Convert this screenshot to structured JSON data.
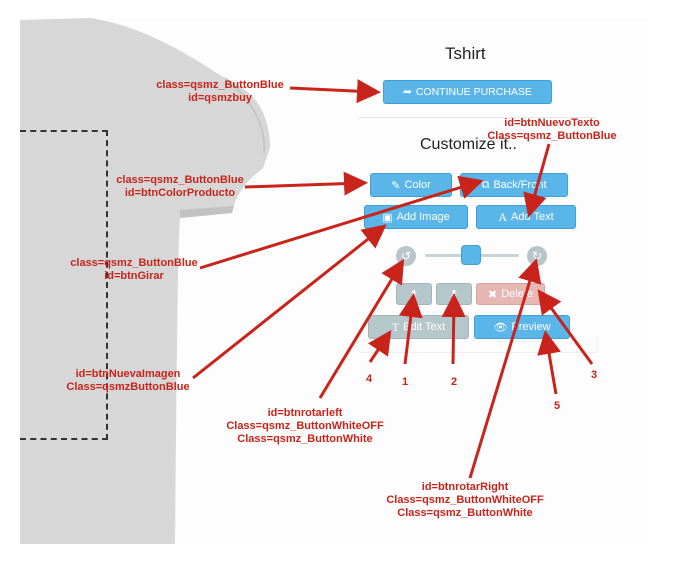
{
  "panel": {
    "title": "Tshirt",
    "customize_title": "Customize it..",
    "buttons": {
      "continue_purchase": "CONTINUE PURCHASE",
      "color": "Color",
      "back_front": "Back/Front",
      "add_image": "Add Image",
      "add_text": "Add Text",
      "delete": "Delete",
      "edit_text": "Edit Text",
      "preview": "Preview"
    },
    "icons": {
      "continue_purchase": "share-icon",
      "color": "brush-icon",
      "back_front": "external-link-icon",
      "add_image": "image-icon",
      "add_text": "text-icon",
      "rotate_left": "rotate-left-icon",
      "rotate_right": "rotate-right-icon",
      "layer_up": "arrow-up-icon",
      "layer_down": "arrow-down-icon",
      "delete": "close-icon",
      "edit_text": "text-icon",
      "preview": "eye-icon"
    }
  },
  "annotations": {
    "buy": [
      "class=qsmz_ButtonBlue",
      "id=qsmzbuy"
    ],
    "color": [
      "class=qsmz_ButtonBlue",
      "id=btnColorProducto"
    ],
    "girar": [
      "class=qsmz_ButtonBlue",
      "id=btnGirar"
    ],
    "nueva_imagen": [
      "id=btnNuevaImagen",
      "Class=qsmzButtonBlue"
    ],
    "nuevo_texto": [
      "id=btnNuevoTexto",
      "Class=qsmz_ButtonBlue"
    ],
    "rotar_left": [
      "id=btnrotarleft",
      "Class=qsmz_ButtonWhiteOFF",
      "Class=qsmz_ButtonWhite"
    ],
    "rotar_right": [
      "id=btnrotarRight",
      "Class=qsmz_ButtonWhiteOFF",
      "Class=qsmz_ButtonWhite"
    ],
    "numbers": [
      "4",
      "1",
      "2",
      "3",
      "5"
    ]
  },
  "colors": {
    "button_blue": "#5ab6e8",
    "button_grey": "#b6c7cc",
    "button_delete": "#e6b7b3",
    "annotation_red": "#c8241b"
  }
}
